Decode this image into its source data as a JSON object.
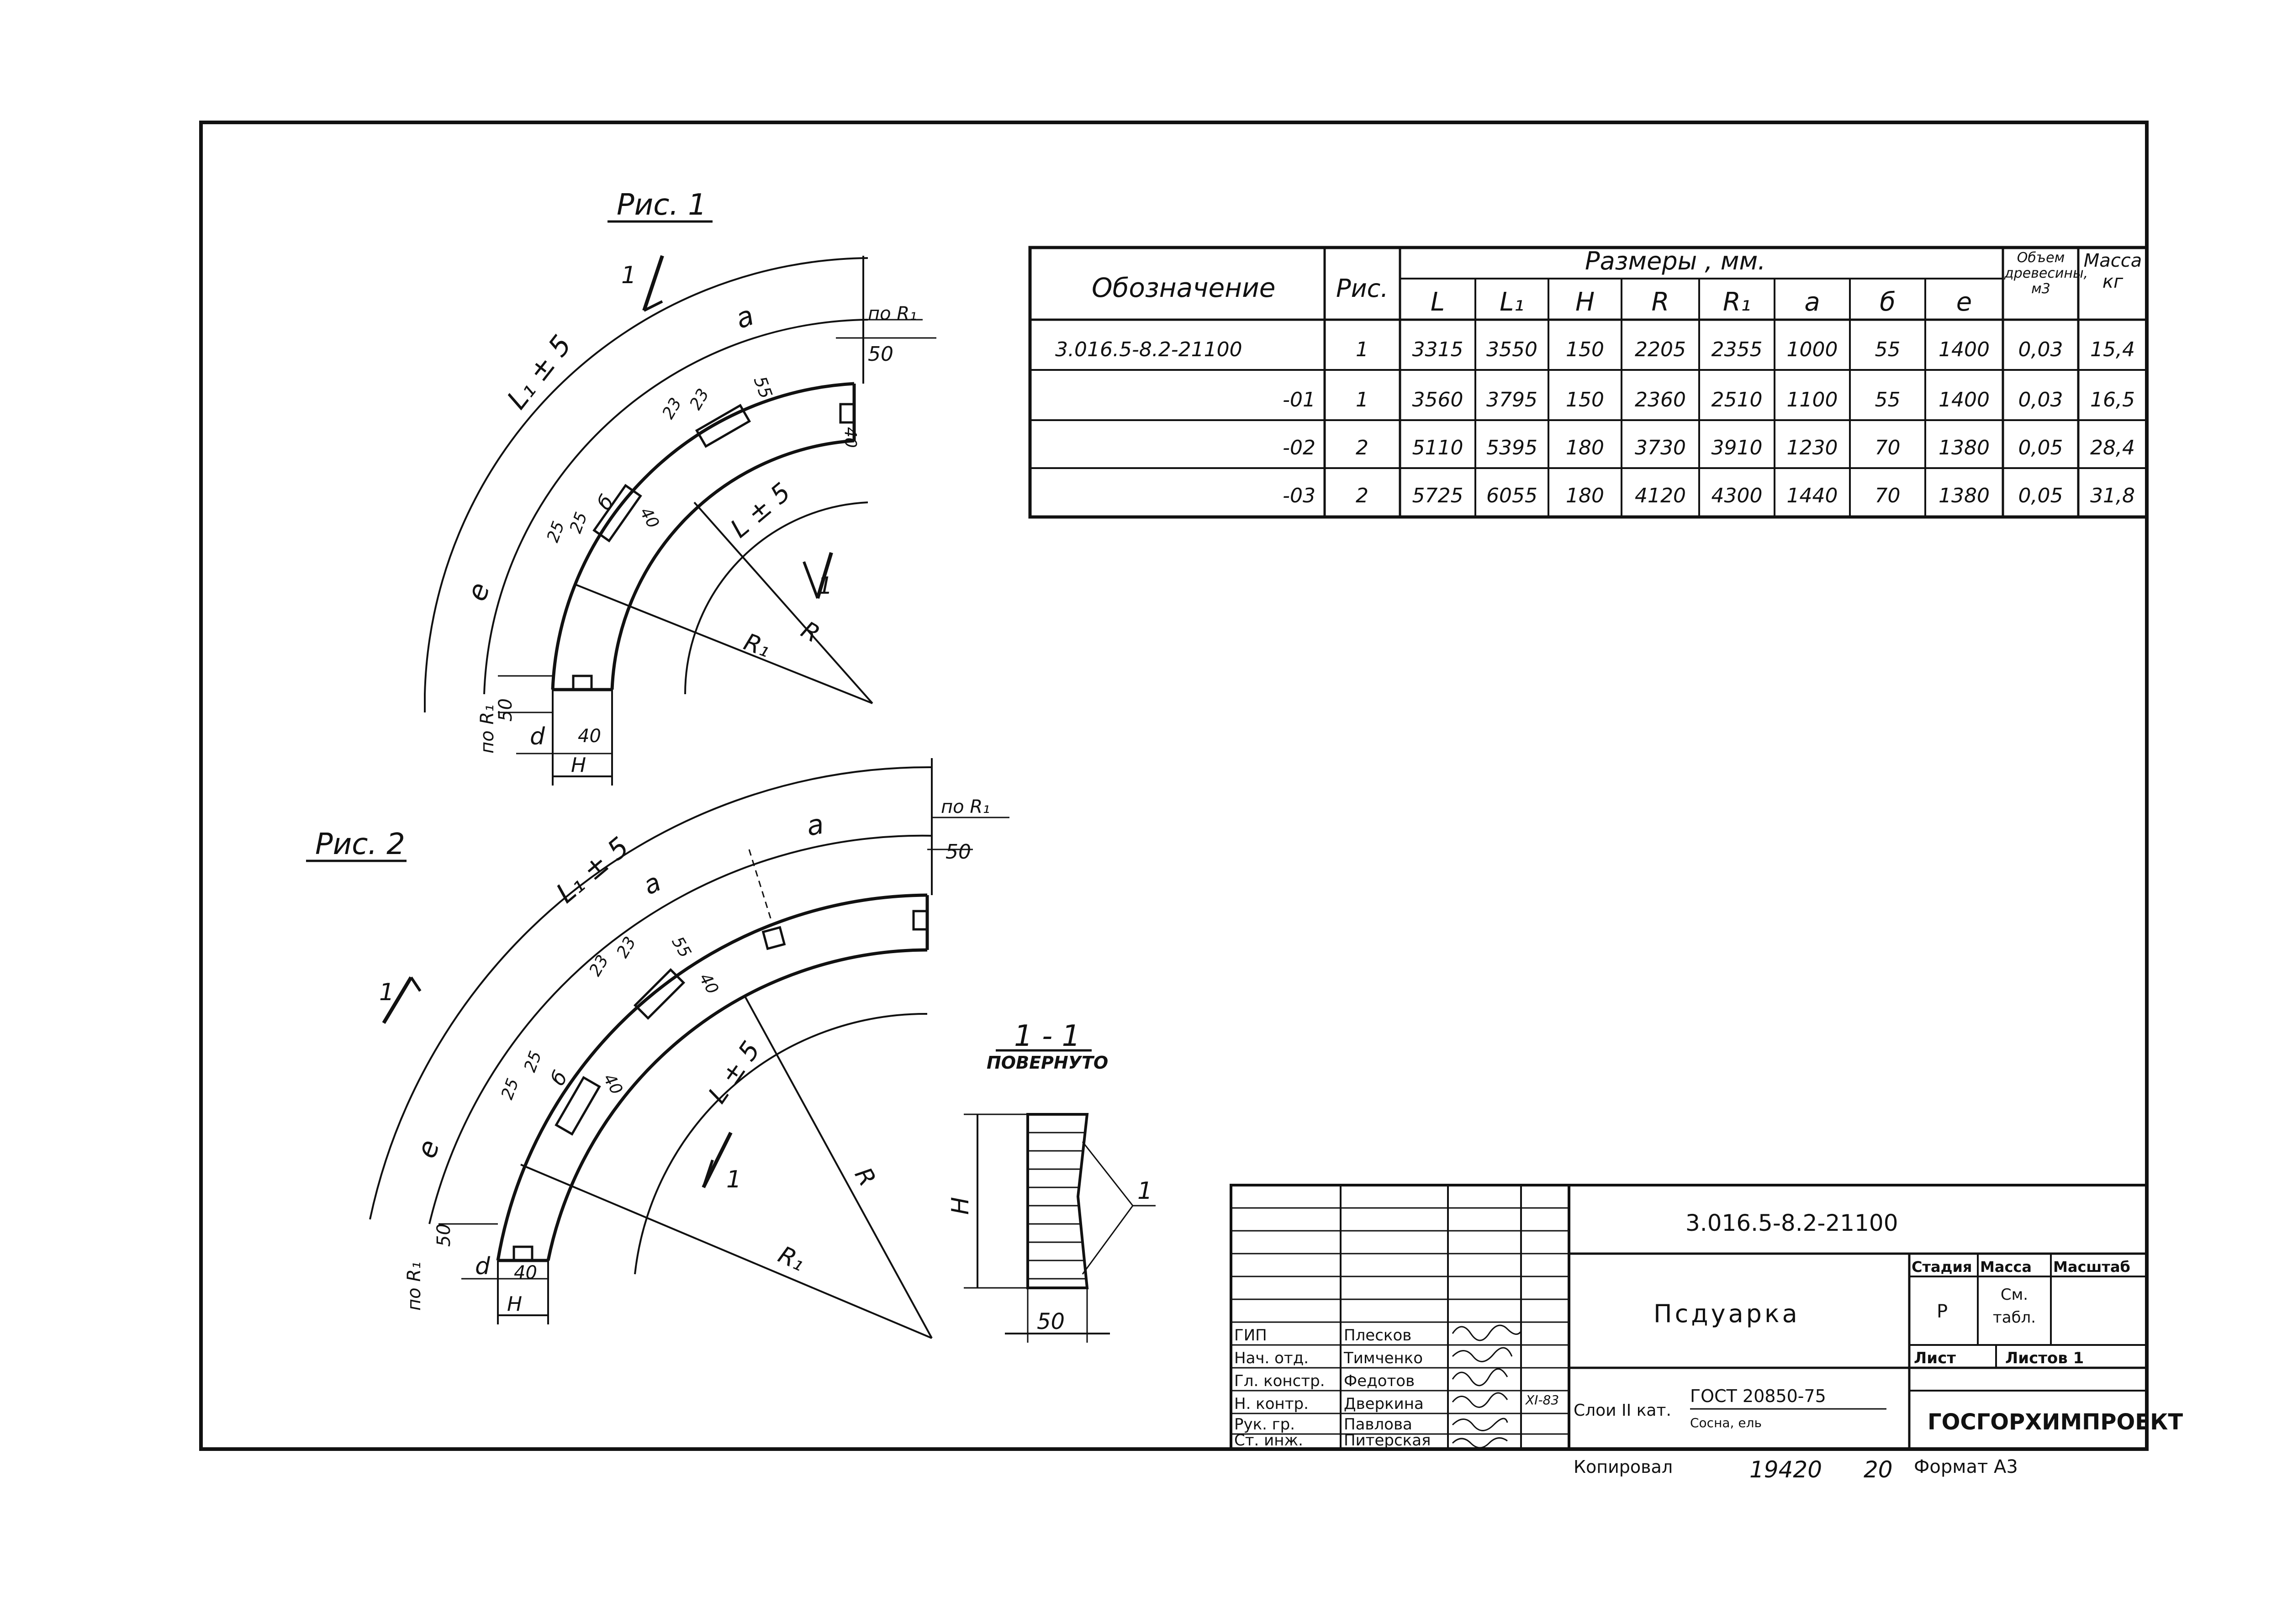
{
  "fig1": {
    "title": "Рис. 1",
    "labels": {
      "L": "L ± 5",
      "L1": "L₁ ± 5",
      "a": "a",
      "e": "e",
      "R": "R",
      "R1": "R₁",
      "po_r1_top": "по R₁",
      "po_r1_bottom": "по R₁",
      "d": "d",
      "H": "H",
      "b": "б",
      "dim_50_top": "50",
      "dim_50_bottom": "50",
      "dim_40_bottom": "40",
      "dim_40_top": "40",
      "dim_55": "55",
      "dim_23a": "23",
      "dim_23b": "23",
      "dim_25a": "25",
      "dim_25b": "25",
      "dim_40_mid": "40",
      "section_mark_top": "1",
      "section_mark_side": "1"
    }
  },
  "fig2": {
    "title": "Рис. 2",
    "labels": {
      "L1": "L₁ ± 5",
      "L": "L ± 5",
      "a_outer": "a",
      "a_inner": "a",
      "e": "e",
      "R": "R",
      "R1": "R₁",
      "po_r1_top": "по R₁",
      "po_r1_bottom": "по R₁",
      "d": "d",
      "H": "H",
      "b": "б",
      "dim_50_top": "50",
      "dim_50_bottom": "50",
      "dim_40_bottom": "40",
      "dim_55": "55",
      "dim_23a": "23",
      "dim_23b": "23",
      "dim_40_a": "40",
      "dim_25a": "25",
      "dim_25b": "25",
      "dim_40_b": "40",
      "section_mark_left": "1",
      "section_mark_inner": "1"
    }
  },
  "section": {
    "title": "1 - 1",
    "subtitle": "ПОВЕРНУТО",
    "label_H": "H",
    "label_50": "50",
    "leader": "1"
  },
  "table": {
    "col_designation": "Обозначение",
    "col_fig": "Рис.",
    "group_dims": "Размеры , мм.",
    "dim_cols": [
      "L",
      "L₁",
      "H",
      "R",
      "R₁",
      "a",
      "б",
      "e"
    ],
    "col_volume": "Объем древесины, м3",
    "col_mass": "Масса кг",
    "rows": [
      {
        "designation": "3.016.5-8.2-21100",
        "fig": "1",
        "L": "3315",
        "L1": "3550",
        "H": "150",
        "R": "2205",
        "R1": "2355",
        "a": "1000",
        "b": "55",
        "e": "1400",
        "volume": "0,03",
        "mass": "15,4"
      },
      {
        "designation": "-01",
        "fig": "1",
        "L": "3560",
        "L1": "3795",
        "H": "150",
        "R": "2360",
        "R1": "2510",
        "a": "1100",
        "b": "55",
        "e": "1400",
        "volume": "0,03",
        "mass": "16,5"
      },
      {
        "designation": "-02",
        "fig": "2",
        "L": "5110",
        "L1": "5395",
        "H": "180",
        "R": "3730",
        "R1": "3910",
        "a": "1230",
        "b": "70",
        "e": "1380",
        "volume": "0,05",
        "mass": "28,4"
      },
      {
        "designation": "-03",
        "fig": "2",
        "L": "5725",
        "L1": "6055",
        "H": "180",
        "R": "4120",
        "R1": "4300",
        "a": "1440",
        "b": "70",
        "e": "1380",
        "volume": "0,05",
        "mass": "31,8"
      }
    ]
  },
  "title_block": {
    "doc_number": "3.016.5-8.2-21100",
    "name": "Псдуарка",
    "stage_label": "Стадия",
    "mass_label": "Масса",
    "scale_label": "Масштаб",
    "stage_value": "Р",
    "mass_value": "См. табл.",
    "sheet_label": "Лист",
    "sheets_label": "Листов 1",
    "material_prefix": "Слои II кат.",
    "standard": "ГОСТ 20850-75",
    "wood": "Сосна, ель",
    "org": "ГОСГОРХИМПРОЕКТ",
    "date_note": "XI-83",
    "roles": [
      {
        "role": "ГИП",
        "name": "Плесков"
      },
      {
        "role": "Нач. отд.",
        "name": "Тимченко"
      },
      {
        "role": "Гл. констр.",
        "name": "Федотов"
      },
      {
        "role": "Н. контр.",
        "name": "Дверкина"
      },
      {
        "role": "Рук. гр.",
        "name": "Павлова"
      },
      {
        "role": "Ст. инж.",
        "name": "Питерская"
      }
    ]
  },
  "footer": {
    "copied": "Копировал",
    "number": "19420",
    "sheet": "20",
    "format": "Формат А3"
  }
}
